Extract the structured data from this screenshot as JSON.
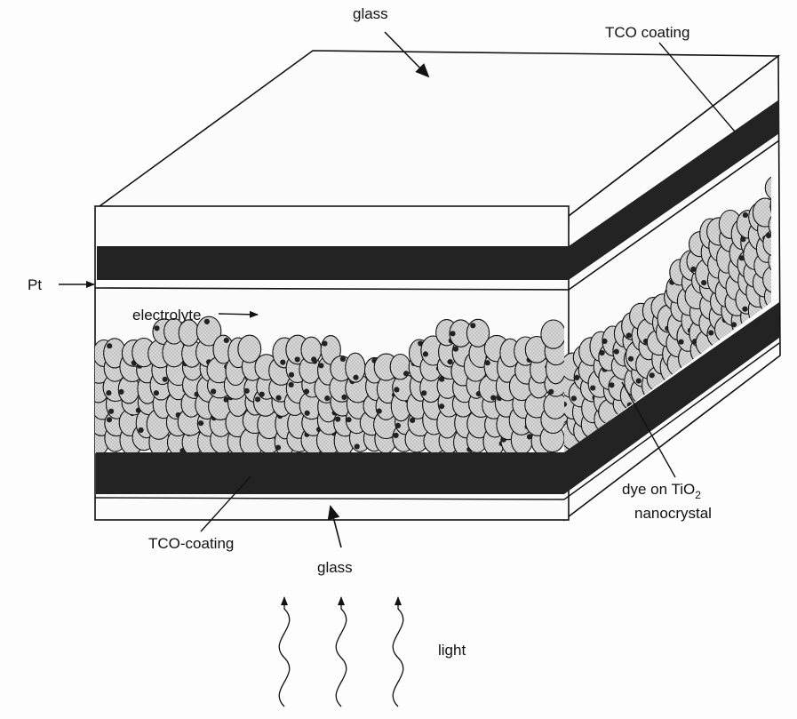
{
  "labels": {
    "glass_top": "glass",
    "tco_top": "TCO coating",
    "pt": "Pt",
    "electrolyte": "electrolyte",
    "dye_prefix": "dye on TiO",
    "dye_subscript": "2",
    "nanocrystal": "nanocrystal",
    "tco_bottom": "TCO-coating",
    "glass_bottom": "glass",
    "light": "light"
  },
  "colors": {
    "ink": "#111111",
    "background": "#fdfdfd",
    "particle_fill": "#d4d4d4",
    "dye_dot": "#222222"
  }
}
